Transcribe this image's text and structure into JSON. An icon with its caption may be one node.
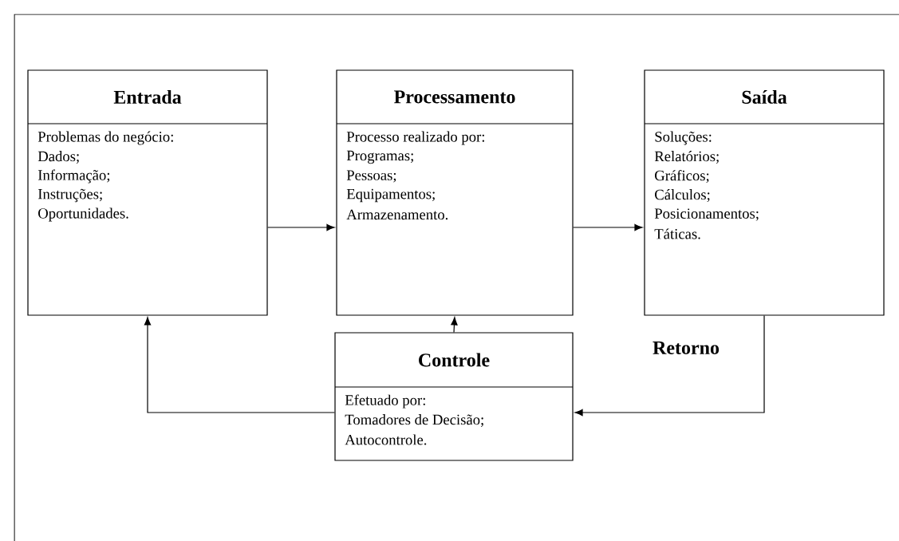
{
  "diagram": {
    "nodes": [
      {
        "text": [
          "Entrada",
          "Problemas do negócio:",
          "Dados;",
          "Informação;",
          "Instruções;",
          "Oportunidades."
        ]
      },
      {
        "text": [
          "Processamento",
          "Processo realizado por:",
          "Programas;",
          "Pessoas;",
          "Equipamentos;",
          "Armazenamento."
        ]
      },
      {
        "text": [
          "Saída",
          "Soluções:",
          "Relatórios;",
          "Gráficos;",
          "Cálculos;",
          "Posicionamentos;",
          "Táticas."
        ]
      },
      {
        "text": [
          "Controle",
          "Efetuado por:",
          "Tomadores de Decisão;",
          "Autocontrole."
        ]
      }
    ],
    "edges": [
      {
        "from": 0,
        "to": 1,
        "arrow": "to"
      },
      {
        "from": 1,
        "to": 2,
        "arrow": "to"
      },
      {
        "from": 3,
        "to": 1,
        "arrow": "to"
      },
      {
        "from": 2,
        "to": 3,
        "arrow": "to",
        "label": "Retorno"
      },
      {
        "from": 3,
        "to": 0,
        "arrow": "to"
      }
    ]
  }
}
